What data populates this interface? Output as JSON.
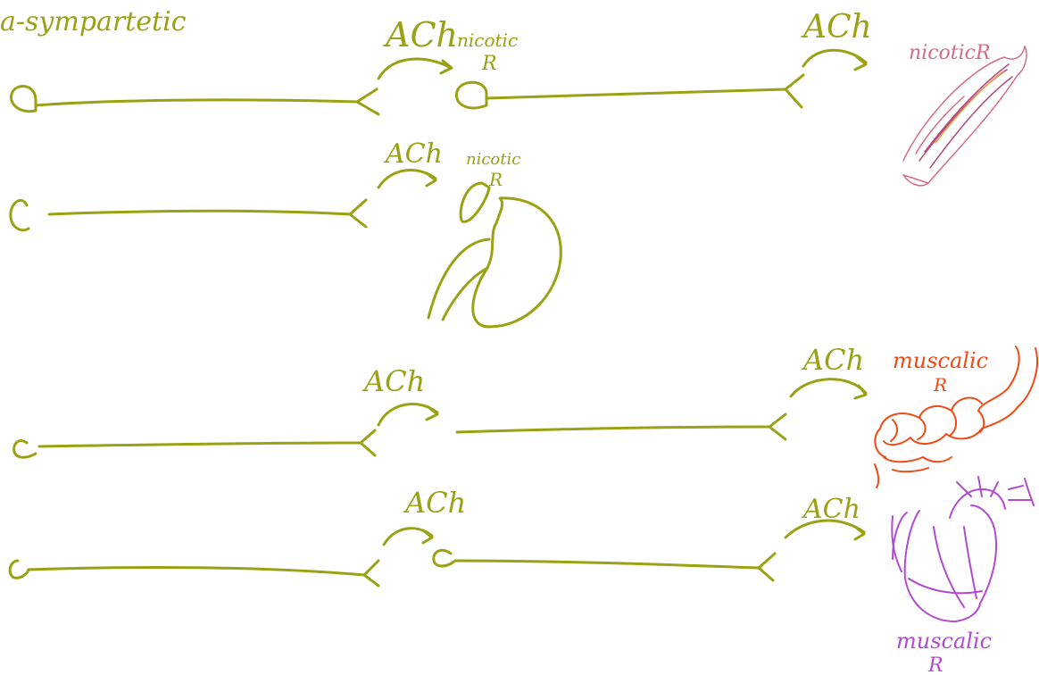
{
  "title": "a-sympartetic",
  "colors": {
    "neuron": "#9aa214",
    "skeletal": "#d66a86",
    "gland": "#9aa214",
    "gut": "#f04a14",
    "heart": "#b24ad0",
    "background": "#ffffff"
  },
  "labels": {
    "ach": "ACh",
    "nicotic": "nicotic",
    "nicotic_r": "nicoticR",
    "r": "R",
    "muscalic": "muscalic"
  }
}
